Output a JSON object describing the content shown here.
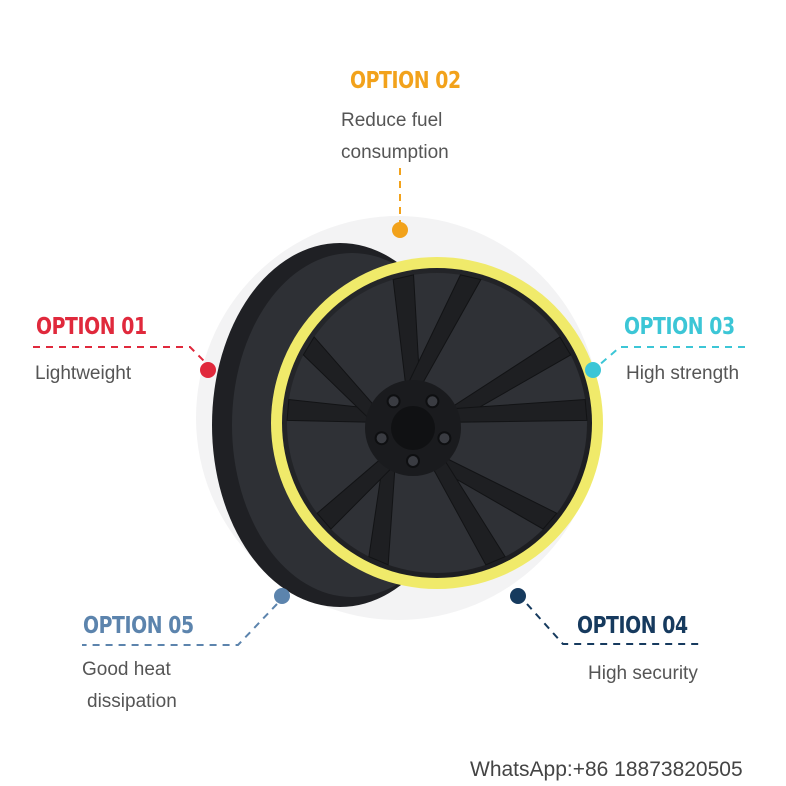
{
  "options": [
    {
      "title": "OPTION 01",
      "lines": [
        "Lightweight"
      ],
      "color": "#e0293c"
    },
    {
      "title": "OPTION 02",
      "lines": [
        "Reduce fuel",
        "consumption"
      ],
      "color": "#f2a21b"
    },
    {
      "title": "OPTION 03",
      "lines": [
        "High strength"
      ],
      "color": "#3cc6d6"
    },
    {
      "title": "OPTION 04",
      "lines": [
        "High security"
      ],
      "color": "#163a5e"
    },
    {
      "title": "OPTION 05",
      "lines": [
        "Good heat",
        "dissipation"
      ],
      "color": "#5c84ad"
    }
  ],
  "wheel": {
    "rim_color": "#2b2c30",
    "face_color": "#1e1f22",
    "lip_color": "#f0ea6a",
    "spoke_color": "#26272b"
  },
  "watermark": "WhatsApp:+86 18873820505"
}
